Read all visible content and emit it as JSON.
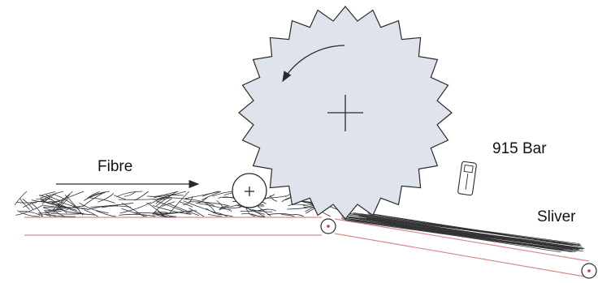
{
  "labels": {
    "fibre": "Fibre",
    "bar": "915 Bar",
    "sliver": "Sliver"
  },
  "colors": {
    "cylinder_fill": "#dfe4ec",
    "outline": "#2a2a2a",
    "belt_line": "#d98a8a",
    "fibre_stroke": "#333333",
    "background": "#ffffff"
  },
  "icons": {
    "rotation": "curved-arrow-counterclockwise",
    "feed_direction": "arrow-right",
    "roller_center": "plus-cross"
  }
}
